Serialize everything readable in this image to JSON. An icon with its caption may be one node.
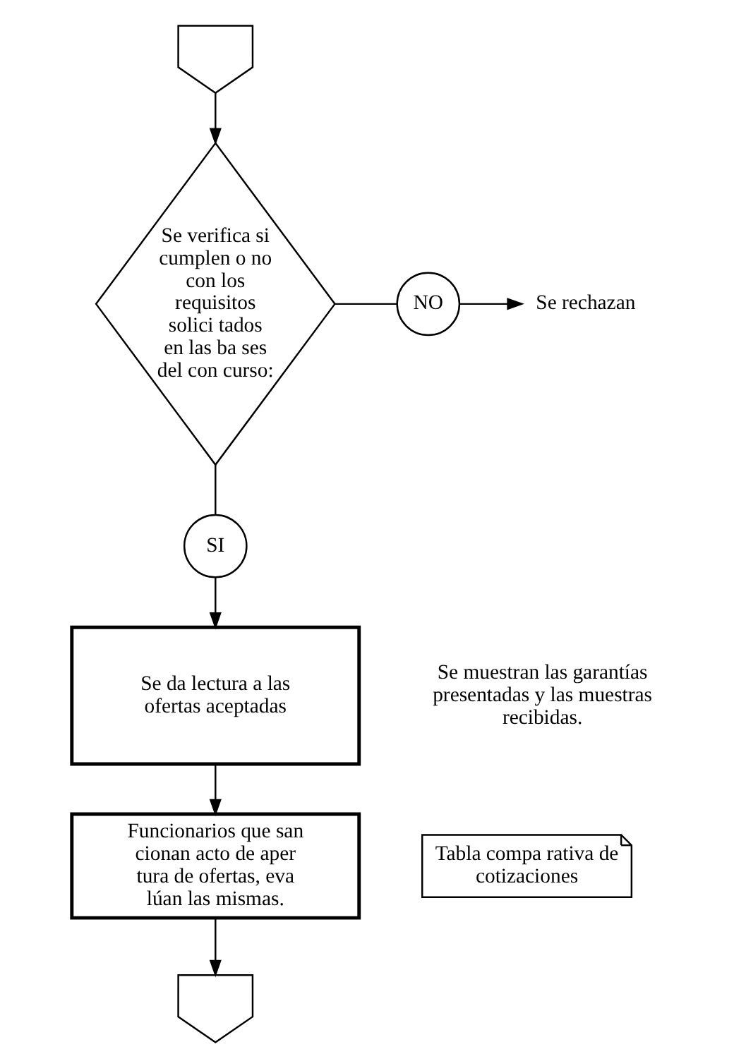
{
  "diagram": {
    "nodes": [
      {
        "text": [],
        "shape": "pentagon"
      },
      {
        "text": [
          "Se verifica si cumplen o no con los requisitos solici tados en las ba ses del con curso:"
        ]
      },
      {
        "text": [
          "NO"
        ]
      },
      {
        "text": [
          "Se rechazan"
        ]
      },
      {
        "text": [
          "SI"
        ]
      },
      {
        "text": [
          "Se da lectura a las ofertas aceptadas"
        ],
        "beside": [
          "Se muestran las garantías presentadas y las muestras recibidas."
        ]
      },
      {
        "text": [
          "Funcionarios que san cionan acto de aper tura de ofertas, eva lúan las mismas."
        ]
      },
      {
        "text": [
          "Tabla compa rativa de cotizaciones"
        ]
      },
      {
        "text": [],
        "shape": "pentagon"
      }
    ],
    "edges": [
      {
        "from": 0,
        "to": 1,
        "arrow": "to"
      },
      {
        "from": 1,
        "to": 2,
        "arrow": "none"
      },
      {
        "from": 2,
        "to": 3,
        "arrow": "to"
      },
      {
        "from": 1,
        "to": 4,
        "arrow": "none"
      },
      {
        "from": 4,
        "to": 5,
        "arrow": "to"
      },
      {
        "from": 5,
        "to": 6,
        "arrow": "to"
      },
      {
        "from": 6,
        "to": 8,
        "arrow": "to"
      }
    ]
  }
}
